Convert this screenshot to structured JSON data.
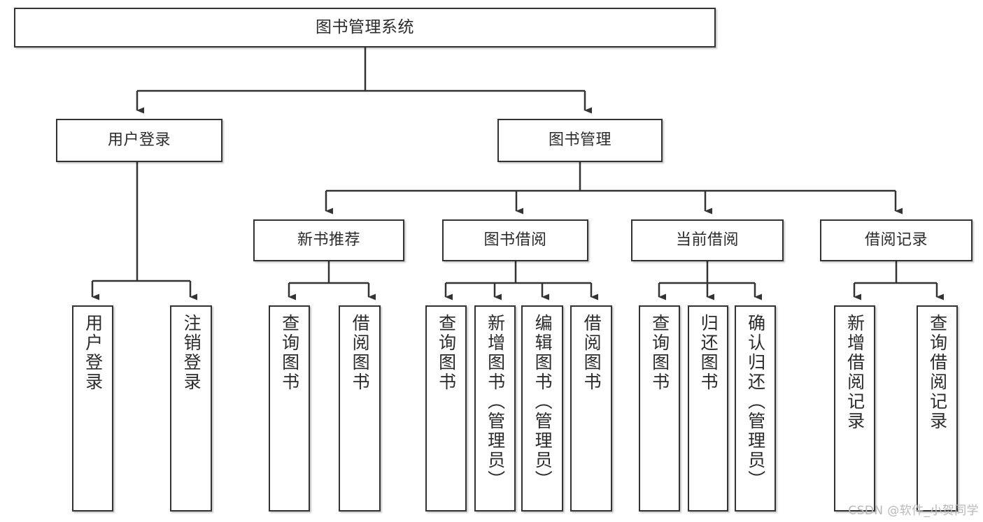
{
  "diagram": {
    "title": "图书管理系统",
    "type": "tree-hierarchy-chart",
    "watermark": "CSDN @软件_小贺同学",
    "line_color": "#333333",
    "box_fill": "#ffffff",
    "text_color": "#2b2b2b"
  },
  "nodes": {
    "root": {
      "label": "图书管理系统"
    },
    "level2": [
      {
        "id": "user_login",
        "label": "用户登录"
      },
      {
        "id": "book_manage",
        "label": "图书管理"
      }
    ],
    "level3": [
      {
        "id": "new_book_rec",
        "label": "新书推荐"
      },
      {
        "id": "book_borrow",
        "label": "图书借阅"
      },
      {
        "id": "current_borrow",
        "label": "当前借阅"
      },
      {
        "id": "borrow_record",
        "label": "借阅记录"
      }
    ],
    "leaves": {
      "user_login": [
        {
          "id": "leaf_user_login",
          "label": "用户登录"
        },
        {
          "id": "leaf_logout",
          "label": "注销登录"
        }
      ],
      "new_book_rec": [
        {
          "id": "leaf_query_book_1",
          "label": "查询图书"
        },
        {
          "id": "leaf_borrow_book_1",
          "label": "借阅图书"
        }
      ],
      "book_borrow": [
        {
          "id": "leaf_query_book_2",
          "label": "查询图书"
        },
        {
          "id": "leaf_add_book",
          "label": "新增图书（管理员）"
        },
        {
          "id": "leaf_edit_book",
          "label": "编辑图书（管理员）"
        },
        {
          "id": "leaf_borrow_book_2",
          "label": "借阅图书"
        }
      ],
      "current_borrow": [
        {
          "id": "leaf_query_book_3",
          "label": "查询图书"
        },
        {
          "id": "leaf_return_book",
          "label": "归还图书"
        },
        {
          "id": "leaf_confirm_return",
          "label": "确认归还（管理员）"
        }
      ],
      "borrow_record": [
        {
          "id": "leaf_add_record",
          "label": "新增借阅记录"
        },
        {
          "id": "leaf_query_record",
          "label": "查询借阅记录"
        }
      ]
    }
  }
}
